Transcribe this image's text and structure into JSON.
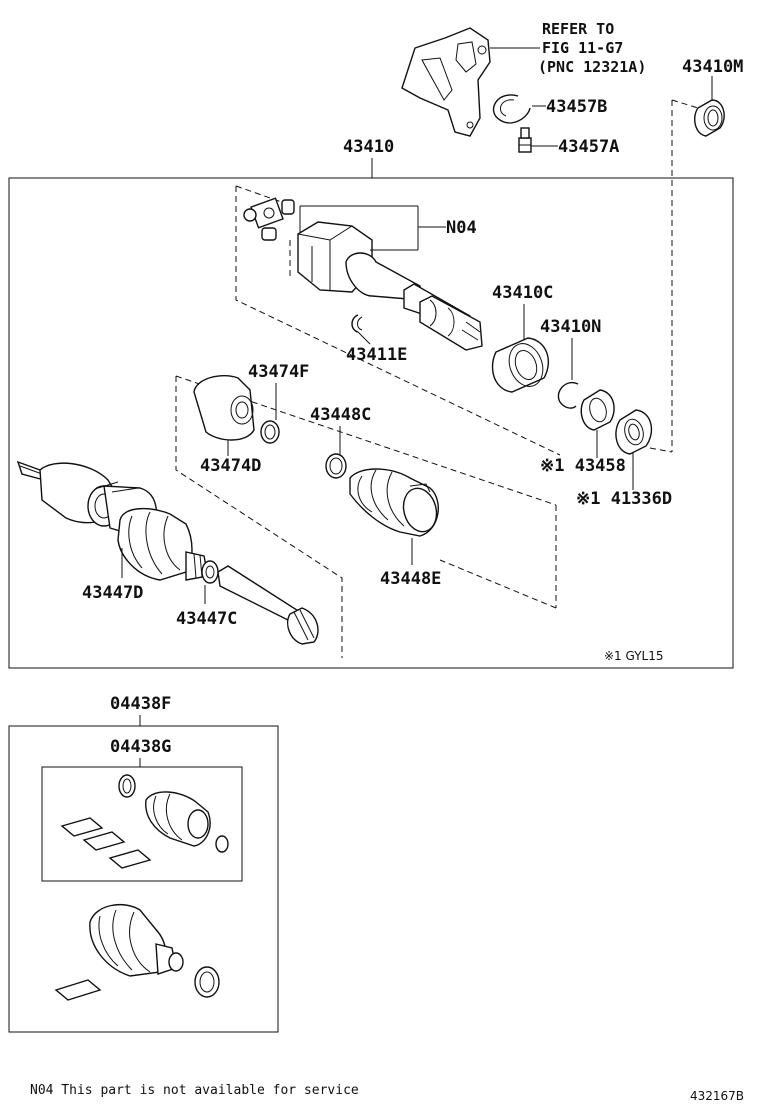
{
  "labels": {
    "refer_line1": "REFER TO",
    "refer_line2": "FIG 11-G7",
    "refer_line3": "(PNC 12321A)",
    "p43410M": "43410M",
    "p43457B": "43457B",
    "p43457A": "43457A",
    "p43410": "43410",
    "pN04": "N04",
    "p43410C": "43410C",
    "p43411E": "43411E",
    "p43410N": "43410N",
    "p43474F": "43474F",
    "p43448C": "43448C",
    "p43474D": "43474D",
    "p43458": "※1 43458",
    "p41336D": "※1 41336D",
    "p43447D": "43447D",
    "p43447C": "43447C",
    "p43448E": "43448E",
    "note_gyl": "※1 GYL15",
    "p04438F": "04438F",
    "p04438G": "04438G"
  },
  "footer": {
    "note": "N04 This part is not available for service",
    "code": "432167B"
  }
}
